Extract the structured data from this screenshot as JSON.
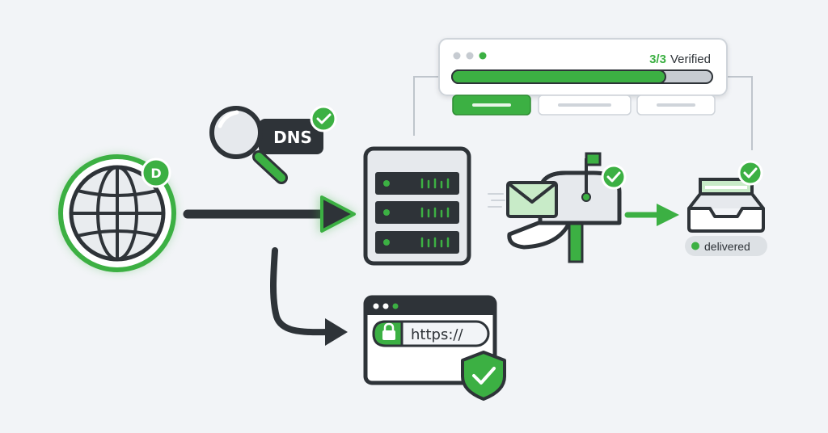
{
  "verification": {
    "count": "3/3",
    "label": "Verified",
    "progress": 0.82
  },
  "dns_tag": {
    "label": "DNS"
  },
  "domain_badge": {
    "letter": "D"
  },
  "browser": {
    "url": "https://"
  },
  "inbox": {
    "status": "delivered"
  },
  "colors": {
    "accent": "#3cb043",
    "dark": "#2e3338",
    "light_accent": "#c8ebc8",
    "background": "#f2f4f7"
  },
  "icons": [
    "globe-icon",
    "magnifier-icon",
    "server-icon",
    "mailbox-icon",
    "envelope-icon",
    "inbox-tray-icon",
    "browser-window-icon",
    "padlock-icon",
    "shield-check-icon",
    "check-badge-icon",
    "arrow-icon"
  ]
}
